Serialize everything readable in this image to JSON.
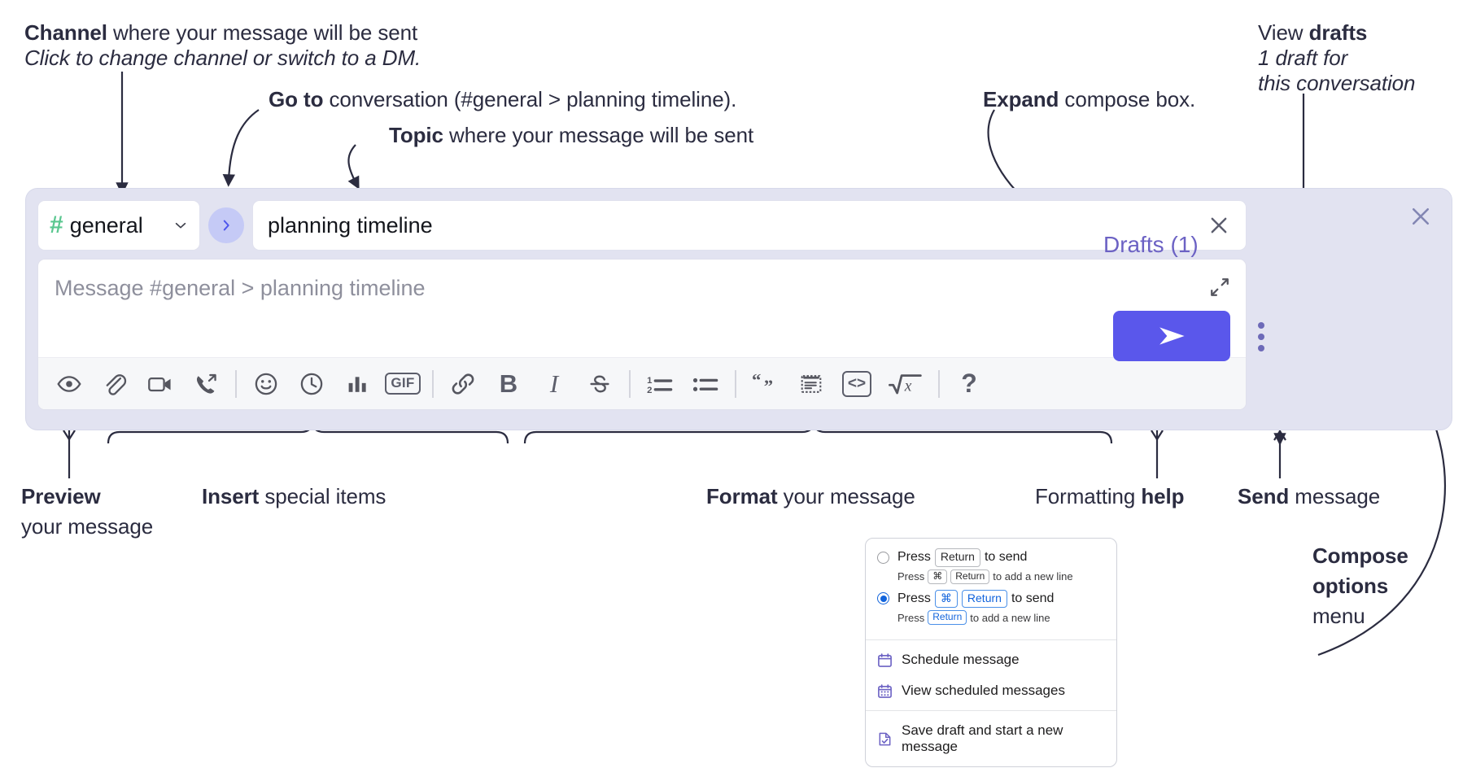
{
  "annotations": {
    "channel": {
      "bold": "Channel",
      "rest": " where your message will be sent",
      "sub": "Click to change channel or switch to a DM."
    },
    "goto": {
      "bold": "Go to",
      "rest": " conversation (#general > planning timeline)."
    },
    "topic": {
      "bold": "Topic",
      "rest": " where your message will be sent"
    },
    "expand": {
      "bold": "Expand",
      "rest": " compose box."
    },
    "drafts": {
      "pre": "View ",
      "bold": "drafts",
      "sub1": "1 draft for",
      "sub2": "this conversation"
    },
    "preview": {
      "bold": "Preview",
      "sub": "your message"
    },
    "insert": {
      "bold": "Insert",
      "rest": " special items"
    },
    "format": {
      "bold": "Format",
      "rest": " your message"
    },
    "help": {
      "pre": "Formatting ",
      "bold": "help"
    },
    "send": {
      "bold": "Send",
      "rest": " message"
    },
    "compose_options": {
      "bold1": "Compose",
      "bold2": "options",
      "rest": "menu"
    }
  },
  "compose": {
    "channel": {
      "hash": "#",
      "name": "general",
      "icon": "hash-icon",
      "chevron": "chevron-down-icon"
    },
    "goto_button": {
      "icon": "chevron-right-icon"
    },
    "topic": {
      "value": "planning timeline",
      "clear_icon": "close-icon"
    },
    "message": {
      "placeholder": "Message #general > planning timeline",
      "expand_icon": "expand-icon"
    },
    "toolbar": {
      "group_insert": [
        {
          "name": "preview-icon",
          "label": "Preview"
        },
        {
          "name": "attachment-icon",
          "label": "Attach"
        },
        {
          "name": "video-icon",
          "label": "Video clip"
        },
        {
          "name": "audio-huddle-icon",
          "label": "Audio clip"
        }
      ],
      "group_insert2": [
        {
          "name": "emoji-icon",
          "label": "Emoji"
        },
        {
          "name": "clock-icon",
          "label": "Reminder"
        },
        {
          "name": "poll-icon",
          "label": "Poll"
        },
        {
          "name": "gif-icon",
          "label": "GIF"
        }
      ],
      "group_format": [
        {
          "name": "link-icon",
          "label": "Link"
        },
        {
          "name": "bold-icon",
          "label": "B"
        },
        {
          "name": "italic-icon",
          "label": "I"
        },
        {
          "name": "strikethrough-icon",
          "label": "S"
        }
      ],
      "group_format2": [
        {
          "name": "ordered-list-icon",
          "label": "Ordered list"
        },
        {
          "name": "bulleted-list-icon",
          "label": "Bulleted list"
        }
      ],
      "group_format3": [
        {
          "name": "blockquote-icon",
          "label": "Blockquote"
        },
        {
          "name": "code-block-icon",
          "label": "Code block"
        },
        {
          "name": "inline-code-icon",
          "label": "Code"
        },
        {
          "name": "math-icon",
          "label": "Math"
        }
      ],
      "help": {
        "name": "help-icon",
        "label": "?"
      },
      "gif_label": "GIF",
      "bold_label": "B",
      "italic_label": "I",
      "strike_label": "S",
      "code_label": "<>"
    },
    "send_button": {
      "icon": "send-icon",
      "label": "Send"
    },
    "kebab": {
      "icon": "kebab-menu-icon"
    },
    "drafts_link": "Drafts (1)",
    "close": {
      "icon": "close-icon"
    }
  },
  "options_menu": {
    "radio_options": [
      {
        "selected": false,
        "main_pre": "Press",
        "main_key": "Return",
        "main_post": "to send",
        "sub_pre": "Press",
        "sub_key1": "⌘",
        "sub_key2": "Return",
        "sub_post": "to add a new line"
      },
      {
        "selected": true,
        "main_pre": "Press",
        "main_key1": "⌘",
        "main_key2": "Return",
        "main_post": "to send",
        "sub_pre": "Press",
        "sub_key": "Return",
        "sub_post": "to add a new line"
      }
    ],
    "items": [
      {
        "icon": "calendar-schedule-icon",
        "label": "Schedule message"
      },
      {
        "icon": "calendar-view-icon",
        "label": "View scheduled messages"
      },
      {
        "icon": "save-draft-icon",
        "label": "Save draft and start a new message"
      }
    ]
  },
  "colors": {
    "panel_bg": "#e2e3f1",
    "send_purple": "#5a57eb",
    "goto_blue": "#c5caf6",
    "hash_green": "#5bc790",
    "drafts_purple": "#6c62c4",
    "radio_blue": "#1264dc"
  }
}
